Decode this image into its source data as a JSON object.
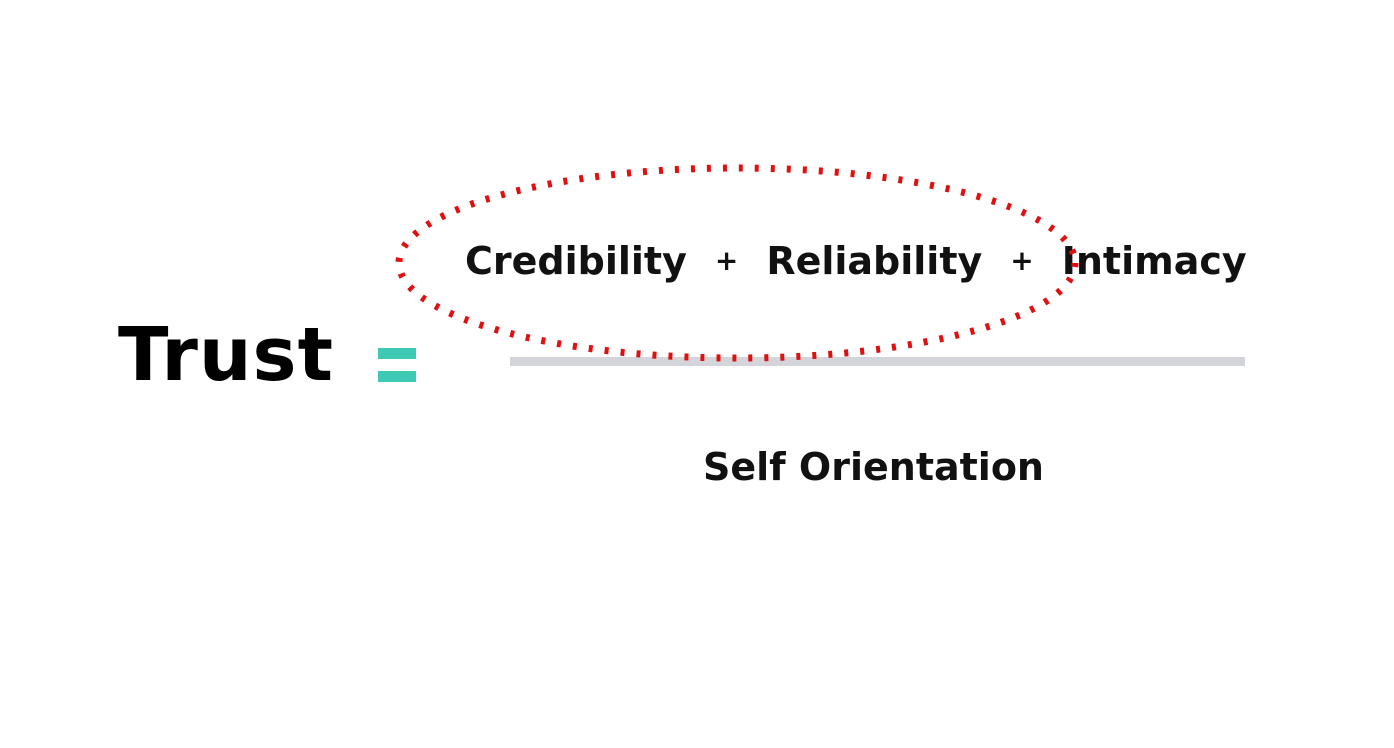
{
  "formula": {
    "left": "Trust",
    "equals": "=",
    "numerator_terms": [
      "Credibility",
      "Reliability",
      "Intimacy"
    ],
    "operator": "+",
    "denominator": "Self Orientation"
  },
  "colors": {
    "equals_accent": "#3ec9b5",
    "fraction_line": "#d3d5db",
    "highlight_dots": "#e01010",
    "text": "#111111"
  },
  "highlight": {
    "style": "dotted-ellipse",
    "encloses": [
      "Credibility",
      "Reliability"
    ]
  }
}
